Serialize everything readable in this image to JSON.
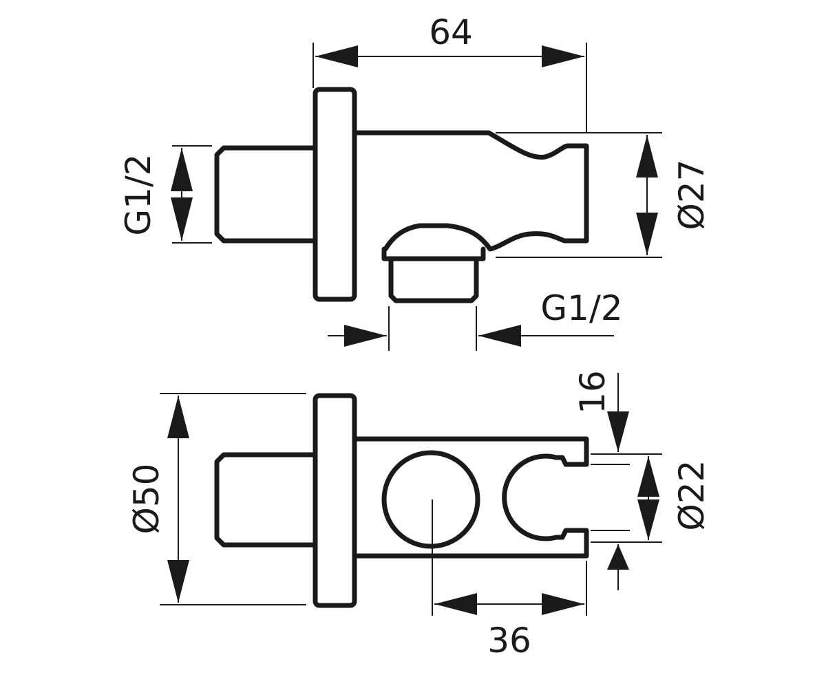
{
  "dimensions": {
    "top_width": "64",
    "top_inlet_thread": "G1/2",
    "top_diameter": "Ø27",
    "outlet_thread": "G1/2",
    "bottom_diameter": "Ø50",
    "bottom_offset": "16",
    "bottom_holder_diameter": "Ø22",
    "bottom_spacing": "36"
  },
  "colors": {
    "line": "#1a1a1a",
    "background": "#ffffff"
  }
}
